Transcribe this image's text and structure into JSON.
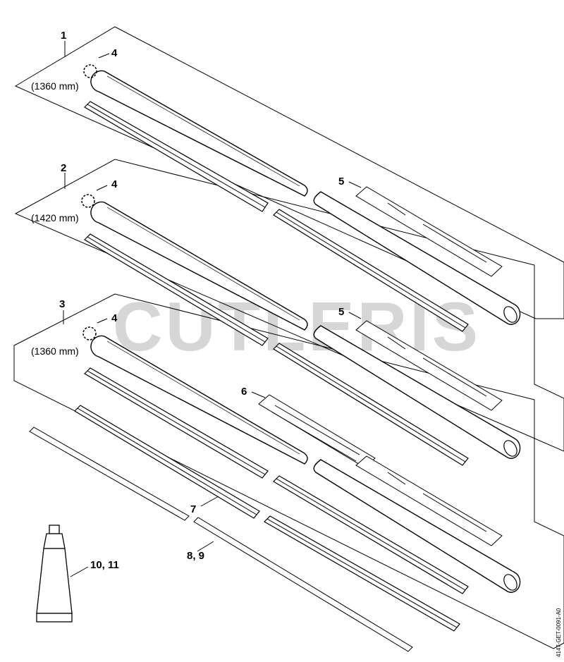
{
  "watermark": "CUTLERIS",
  "reference_code": "4147-GET-0091-A0",
  "callouts": {
    "c1": "1",
    "c2": "2",
    "c3": "3",
    "c4a": "4",
    "c4b": "4",
    "c4c": "4",
    "c5a": "5",
    "c5b": "5",
    "c6": "6",
    "c7": "7",
    "c89": "8, 9",
    "c1011": "10, 11"
  },
  "dimensions": {
    "d1": "(1360 mm)",
    "d2": "(1420 mm)",
    "d3": "(1360 mm)"
  }
}
